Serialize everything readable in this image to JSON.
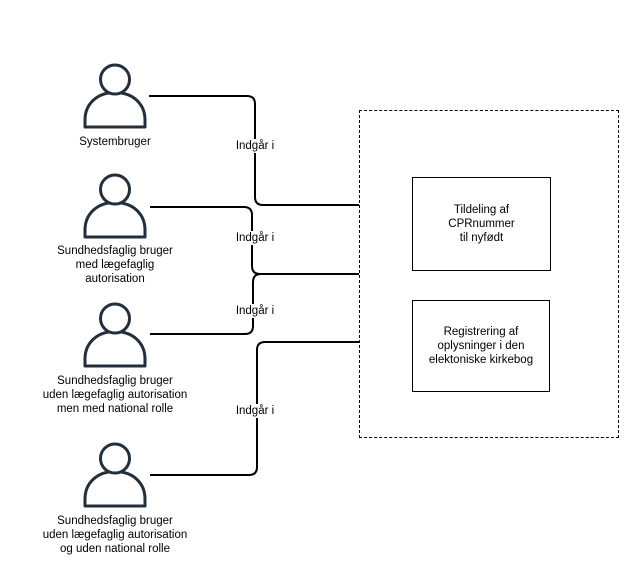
{
  "diagram": {
    "actors": [
      {
        "label": "Systembruger"
      },
      {
        "label": "Sundhedsfaglig bruger\nmed lægefaglig\nautorisation"
      },
      {
        "label": "Sundhedsfaglig bruger\nuden lægefaglig autorisation\nmen med national rolle"
      },
      {
        "label": "Sundhedsfaglig bruger\nuden lægefaglig autorisation\nog uden national rolle"
      }
    ],
    "edges": [
      {
        "label": "Indgår i"
      },
      {
        "label": "Indgår i"
      },
      {
        "label": "Indgår i"
      },
      {
        "label": "Indgår i"
      }
    ],
    "use_cases": [
      {
        "label": "Tildeling af\nCPRnummer\ntil nyfødt"
      },
      {
        "label": "Registrering af\noplysninger i den\nelektoniske kirkebog"
      }
    ],
    "colors": {
      "actor_stroke": "#232f3b",
      "connector": "#000000",
      "shape_border": "#000000",
      "background": "#ffffff"
    }
  }
}
